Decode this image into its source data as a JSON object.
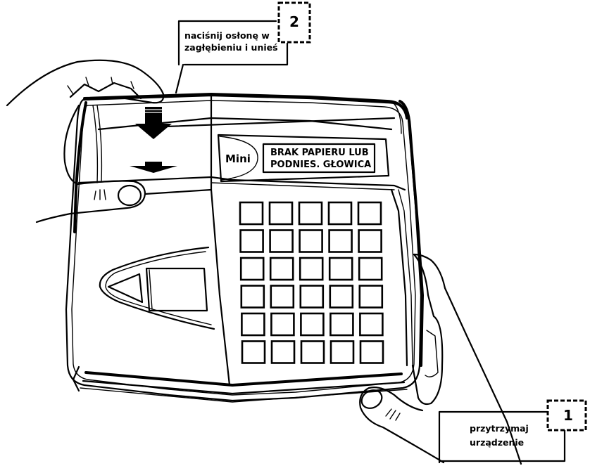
{
  "figure": {
    "type": "instruction-illustration",
    "subject": "fiscal printer / cash register with hands opening printer cover"
  },
  "callouts": [
    {
      "number": "2",
      "lines": [
        "naciśnij osłonę w",
        "zagłębieniu i unieś"
      ]
    },
    {
      "number": "1",
      "lines": [
        "przytrzymaj",
        "urządzenie"
      ]
    }
  ],
  "device": {
    "brand_label": "Mini",
    "display_lines": [
      "BRAK PAPIERU LUB",
      "PODNIES. GŁOWICA"
    ],
    "keypad": {
      "rows": 6,
      "cols": 5
    }
  },
  "colors": {
    "ink": "#000000",
    "paper": "#ffffff"
  }
}
